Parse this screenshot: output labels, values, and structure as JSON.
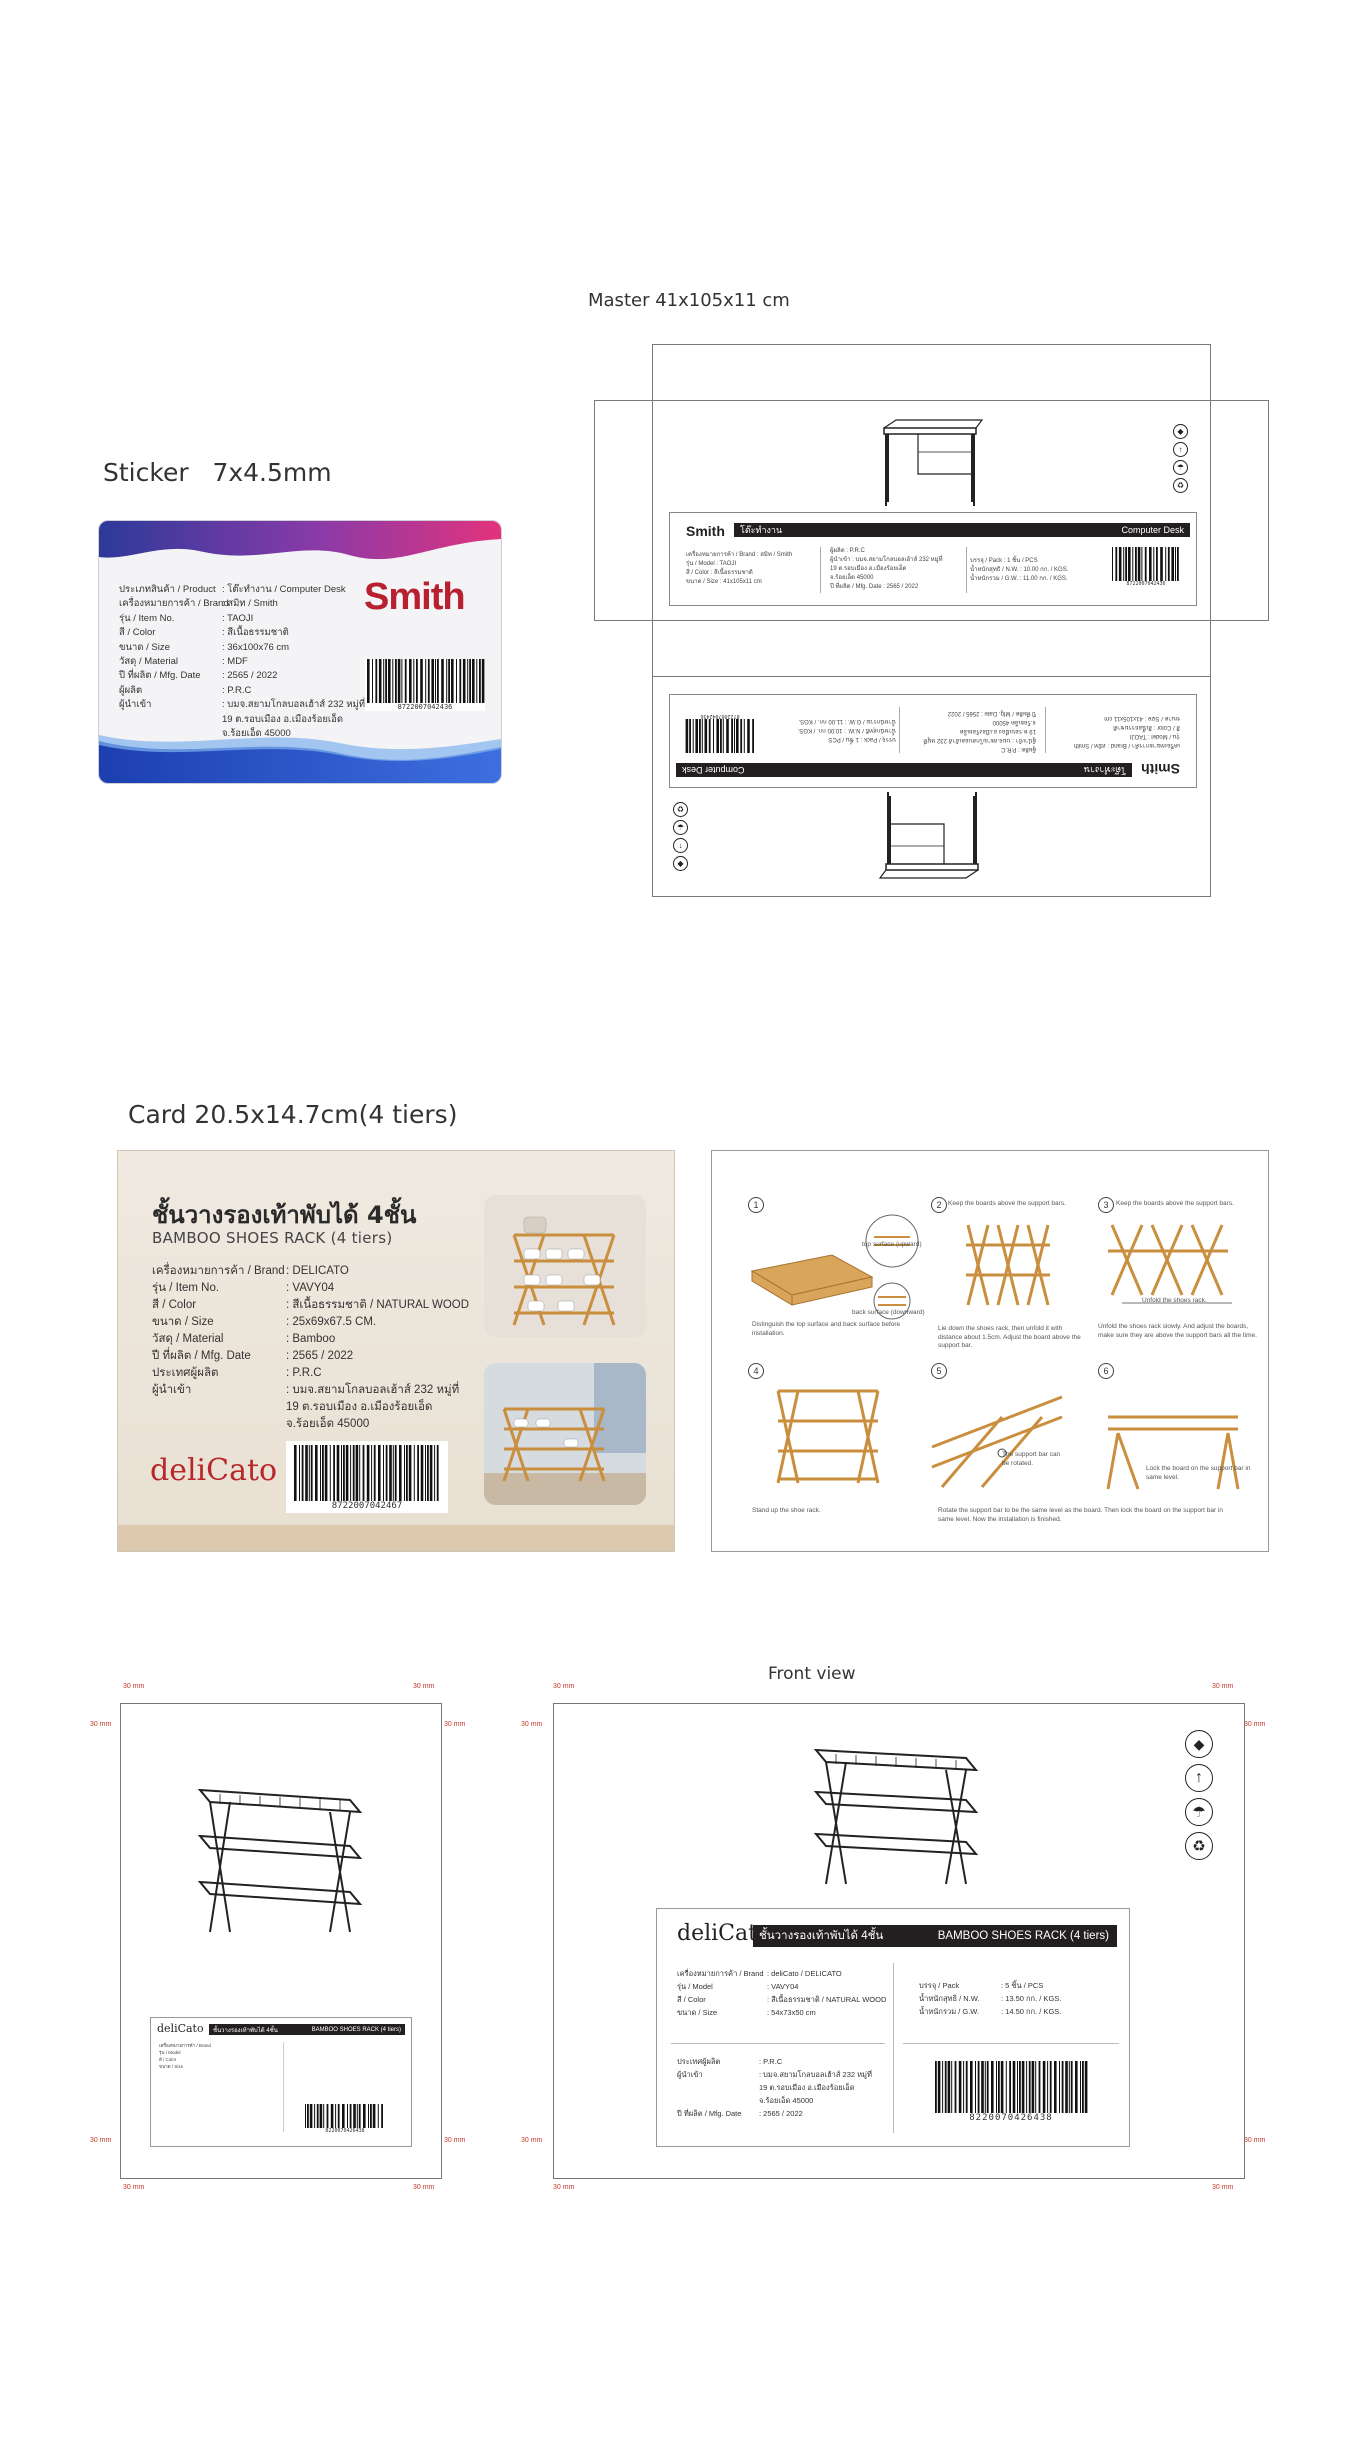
{
  "headings": {
    "master": "Master 41x105x11 cm",
    "sticker": "Sticker   7x4.5mm",
    "card": "Card 20.5x14.7cm(4 tiers)",
    "front_view": "Front view"
  },
  "sticker": {
    "logo": "Smith",
    "rows": [
      {
        "k": "ประเภทสินค้า / Product",
        "v": ": โต๊ะทำงาน / Computer Desk"
      },
      {
        "k": "เครื่องหมายการค้า / Brand",
        "v": ": สมิท / Smith"
      },
      {
        "k": "รุ่น / Item No.",
        "v": ": TAOJI"
      },
      {
        "k": "สี / Color",
        "v": ": สีเนื้อธรรมชาติ"
      },
      {
        "k": "ขนาด / Size",
        "v": ": 36x100x76 cm"
      },
      {
        "k": "วัสดุ / Material",
        "v": ": MDF"
      },
      {
        "k": "ปี ที่ผลิต / Mfg. Date",
        "v": ": 2565 / 2022"
      },
      {
        "k": "ผู้ผลิต",
        "v": ": P.R.C"
      },
      {
        "k": "ผู้นำเข้า",
        "v": ": บมจ.สยามโกลบอลเฮ้าส์ 232 หมู่ที่"
      },
      {
        "k": "",
        "v": "  19 ต.รอบเมือง อ.เมืองร้อยเอ็ด"
      },
      {
        "k": "",
        "v": "  จ.ร้อยเอ็ด 45000"
      }
    ],
    "barcode": "8722007042436"
  },
  "master": {
    "brand": "Smith",
    "brand_th": "โต๊ะทำงาน",
    "product": "Computer Desk",
    "barcode": "8722007042436",
    "rows": [
      "เครื่องหมายการค้า / Brand    : สมิท / Smith",
      "รุ่น / Model          : TAOJI",
      "สี / Color            : สีเนื้อธรรมชาติ",
      "ขนาด / Size           : 41x105x11 cm"
    ],
    "rows_mid": [
      "ผู้ผลิต          : P.R.C",
      "ผู้นำเข้า         : บมจ.สยามโกลบอลเฮ้าส์ 232 หมู่ที่",
      "               19 ต.รอบเมือง อ.เมืองร้อยเอ็ด",
      "               จ.ร้อยเอ็ด 45000",
      "ปี ที่ผลิต / Mfg. Date    : 2565 / 2022"
    ],
    "rows_right": [
      "บรรจุ / Pack       :   1     ชิ้น / PCS",
      "น้ำหนักสุทธิ / N.W.    :   10.00  กก. / KGS.",
      "น้ำหนักรวม / G.W.    :   11.00  กก. / KGS."
    ]
  },
  "card": {
    "title_th": "ชั้นวางรองเท้าพับได้ 4ชั้น",
    "title_en": "BAMBOO SHOES RACK (4 tiers)",
    "rows": [
      {
        "k": "เครื่องหมายการค้า / Brand",
        "v": ": DELICATO"
      },
      {
        "k": "รุ่น / Item No.",
        "v": ": VAVY04"
      },
      {
        "k": "สี / Color",
        "v": ": สีเนื้อธรรมชาติ / NATURAL WOOD"
      },
      {
        "k": "ขนาด / Size",
        "v": ": 25x69x67.5 CM."
      },
      {
        "k": "วัสดุ / Material",
        "v": ": Bamboo"
      },
      {
        "k": "ปี ที่ผลิต / Mfg. Date",
        "v": ": 2565 / 2022"
      },
      {
        "k": "ประเทศผู้ผลิต",
        "v": ": P.R.C"
      },
      {
        "k": "ผู้นำเข้า",
        "v": ": บมจ.สยามโกลบอลเฮ้าส์ 232 หมู่ที่"
      },
      {
        "k": "",
        "v": "  19 ต.รอบเมือง อ.เมืองร้อยเอ็ด"
      },
      {
        "k": "",
        "v": "  จ.ร้อยเอ็ด 45000"
      }
    ],
    "logo": "deliCato",
    "barcode": "8722007042467"
  },
  "instructions": {
    "steps": [
      "1",
      "2",
      "3",
      "4",
      "5",
      "6"
    ],
    "notes": {
      "s1": "Distinguish the top surface and back surface before installation.",
      "s1_top": "top surface (upward)",
      "s1_back": "back surface (downward)",
      "s2_top": "Keep the boards above the support bars.",
      "s2": "Lie down the shoes rack, then unfold it with distance about 1.5cm. Adjust the board above the support bar.",
      "s3_top": "Keep the boards above the support bars.",
      "s3_mid": "Unfold the shoes rack.",
      "s3": "Unfold the shoes rack slowly. And adjust the boards, make sure they are above the support bars all the time.",
      "s4": "Stand up the shoe rack.",
      "s5_call": "The support bar can be rotated.",
      "s5": "Rotate the support bar to be the same level as the board. Then lock the board on the support bar in same level. Now the installation is finished.",
      "s6": "Lock the board on the support bar in same level."
    }
  },
  "dims": {
    "mm": "30 mm"
  },
  "front_label": {
    "logo": "deliCato",
    "title_th": "ชั้นวางรองเท้าพับได้ 4ชั้น",
    "title_en": "BAMBOO SHOES RACK (4 tiers)",
    "rows_left": [
      {
        "k": "เครื่องหมายการค้า / Brand",
        "v": ":  deliCato / DELICATO"
      },
      {
        "k": "รุ่น / Model",
        "v": ":  VAVY04"
      },
      {
        "k": "สี / Color",
        "v": ":  สีเนื้อธรรมชาติ / NATURAL WOOD"
      },
      {
        "k": "ขนาด / Size",
        "v": ":  54x73x50 cm"
      }
    ],
    "rows_right": [
      {
        "k": "บรรจุ / Pack",
        "v": ":   5       ชิ้น / PCS"
      },
      {
        "k": "น้ำหนักสุทธิ / N.W.",
        "v": ":   13.50  กก. / KGS."
      },
      {
        "k": "น้ำหนักรวม / G.W.",
        "v": ":   14.50  กก. / KGS."
      }
    ],
    "rows_bottom": [
      {
        "k": "ประเทศผู้ผลิต",
        "v": ":  P.R.C"
      },
      {
        "k": "ผู้นำเข้า",
        "v": ":  บมจ.สยามโกลบอลเฮ้าส์ 232 หมู่ที่"
      },
      {
        "k": "",
        "v": "   19 ต.รอบเมือง อ.เมืองร้อยเอ็ด"
      },
      {
        "k": "",
        "v": "   จ.ร้อยเอ็ด 45000"
      },
      {
        "k": "ปี ที่ผลิต / Mfg. Date",
        "v": ":  2565 / 2022"
      }
    ],
    "barcode": "8220070426438"
  },
  "side_label": {
    "title_th": "ชั้นวางรองเท้าพับได้ 4ชั้น",
    "title_en": "BAMBOO SHOES RACK (4 tiers)",
    "barcode": "8220070426438"
  }
}
